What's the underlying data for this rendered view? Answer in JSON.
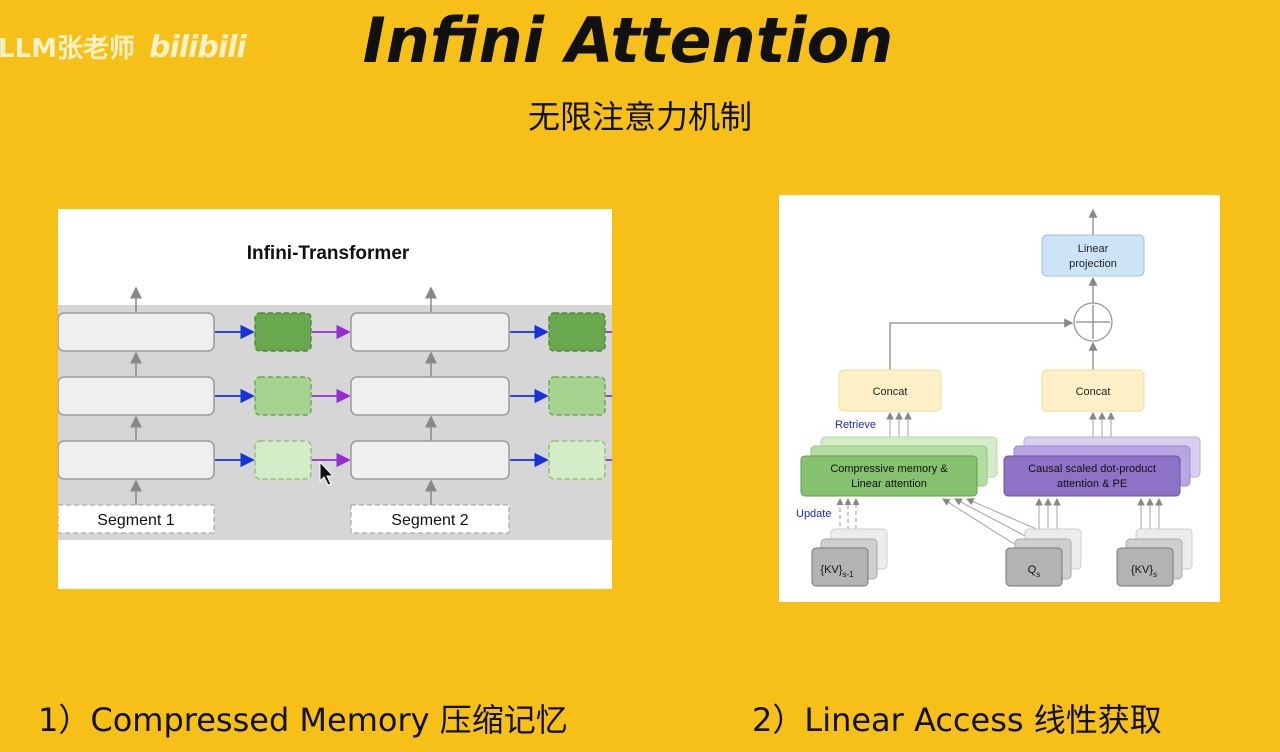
{
  "watermark": {
    "creator": "LLM张老师",
    "logo": "bilibili"
  },
  "slide": {
    "title": "Infini Attention",
    "subtitle": "无限注意力机制"
  },
  "figure_transformer": {
    "title": "Infini-Transformer",
    "segments": [
      "Segment 1",
      "Segment 2"
    ]
  },
  "figure_attention": {
    "output_block": [
      "Linear",
      "projection"
    ],
    "left_concat": "Concat",
    "right_concat": "Concat",
    "retrieve_label": "Retrieve",
    "update_label": "Update",
    "memory_block": [
      "Compressive memory &",
      "Linear attention"
    ],
    "attention_block": [
      "Causal scaled dot-product",
      "attention & PE"
    ],
    "inputs": {
      "kv_prev": {
        "base": "{KV}",
        "sub": "s-1"
      },
      "query": {
        "base": "Q",
        "sub": "s"
      },
      "kv_curr": {
        "base": "{KV}",
        "sub": "s"
      }
    }
  },
  "captions": {
    "left": "1）Compressed Memory 压缩记忆",
    "right": "2）Linear Access 线性获取"
  },
  "colors": {
    "background": "#f7c018",
    "memory_green": "#86c170",
    "attention_purple": "#8e72c6",
    "concat_yellow": "#fdf0c6",
    "projection_blue": "#cde3f6",
    "arrow_blue": "#1533d6",
    "arrow_purple": "#9a2ad6"
  }
}
